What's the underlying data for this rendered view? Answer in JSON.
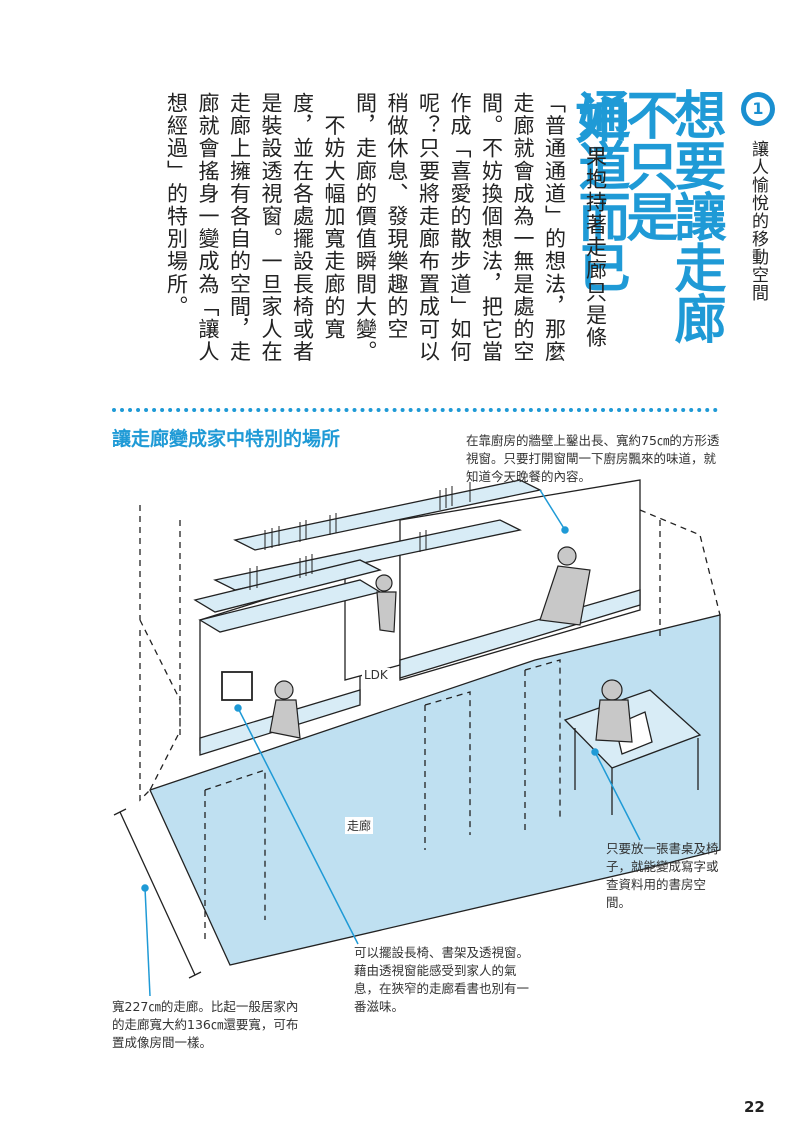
{
  "section": {
    "number": "1",
    "label": "讓人愉悅的移動空間"
  },
  "title_lines": [
    "想要讓走廊",
    "不只是",
    "通道而已"
  ],
  "body": {
    "drop_cap": "如",
    "para1": "果抱持著走廊只是條「普通通道」的想法，那麼走廊就會成為一無是處的空間。不妨換個想法，把它當作成「喜愛的散步道」如何呢？只要將走廊布置成可以稍做休息、發現樂趣的空間，走廊的價值瞬間大變。",
    "para2": "不妨大幅加寬走廊的寬度，並在各處擺設長椅或者是裝設透視窗。一旦家人在走廊上擁有各自的空間，走廊就會搖身一變成為「讓人想經過」的特別場所。"
  },
  "subtitle": "讓走廊變成家中特別的場所",
  "illustration": {
    "label_ldk": "LDK",
    "label_corridor": "走廊",
    "colors": {
      "accent": "#1f9ad6",
      "floor": "#bfe0f1",
      "shelf": "#d8ecf6"
    }
  },
  "notes": {
    "top": "在靠廚房的牆壁上鑿出長、寬約75㎝的方形透視窗。只要打開窗閘一下廚房飄來的味道，就知道今天晚餐的內容。",
    "right": "只要放一張書桌及椅子，就能變成寫字或查資料用的書房空間。",
    "bottom": "可以擺設長椅、書架及透視窗。藉由透視窗能感受到家人的氣息，在狹窄的走廊看書也別有一番滋味。",
    "left": "寬227㎝的走廊。比起一般居家內的走廊寬大約136㎝還要寬，可布置成像房間一樣。"
  },
  "page_number": "22"
}
